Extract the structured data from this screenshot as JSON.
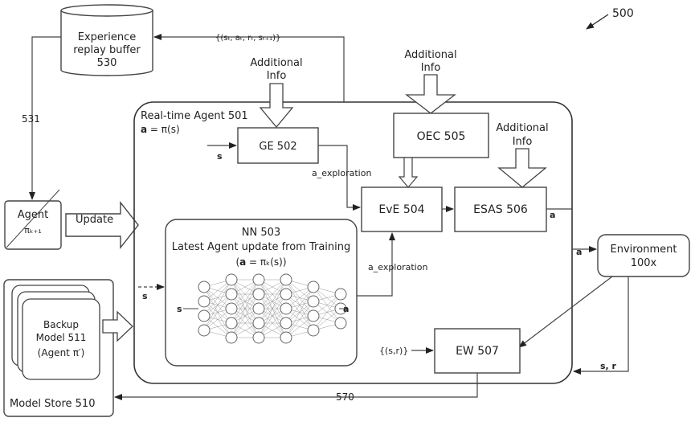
{
  "figure_ref": "500",
  "buffer": {
    "line1": "Experience",
    "line2": "replay buffer",
    "line3": "530"
  },
  "transition_label": "{(sₜ, aₜ, rₜ, sₜ₊₁)}",
  "link_531": "531",
  "additional_info": {
    "line1": "Additional",
    "line2": "Info"
  },
  "agent_update": {
    "line1": "Agent",
    "line2": "πₖ₊₁",
    "update": "Update"
  },
  "rta": {
    "title": "Real-time Agent 501",
    "policy_bold": "a",
    "policy_rest": " = π(s)"
  },
  "ge": {
    "label": "GE 502",
    "input": "s",
    "output": "a_exploration"
  },
  "oec": {
    "label": "OEC 505"
  },
  "eve": {
    "label": "EvE 504"
  },
  "esas": {
    "label": "ESAS 506",
    "output": "a"
  },
  "nn": {
    "line1": "NN 503",
    "line2": "Latest Agent update from Training",
    "line3_open": "(",
    "line3_bold": "a",
    "line3_rest": " = πₖ(s))",
    "input": "s",
    "output": "a",
    "output_label": "a_exploration",
    "outer_input": "s"
  },
  "environment": {
    "line1": "Environment",
    "line2": "100x",
    "input": "a",
    "feedback": "s, r"
  },
  "ew": {
    "label": "EW 507",
    "input": "{(s,r)}"
  },
  "model_store": {
    "label": "Model Store 510",
    "backup_line1": "Backup",
    "backup_line2": "Model 511",
    "backup_line3": "(Agent π′)",
    "link": "570"
  }
}
